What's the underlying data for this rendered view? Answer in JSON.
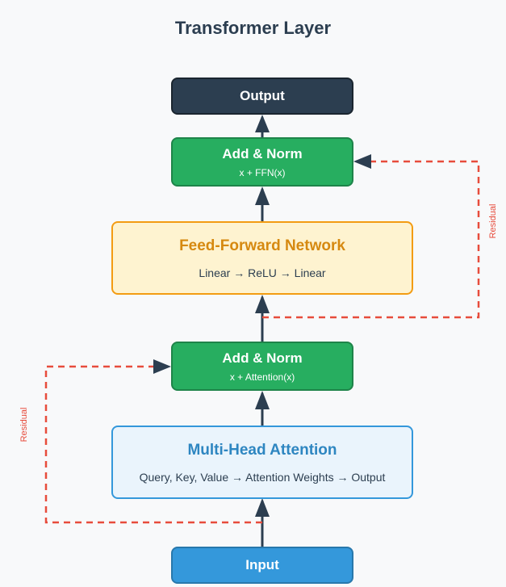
{
  "title": "Transformer Layer",
  "nodes": {
    "output": {
      "label": "Output"
    },
    "add_norm_top": {
      "label": "Add & Norm",
      "sub": "x + FFN(x)"
    },
    "ffn": {
      "label": "Feed-Forward Network",
      "sub": "Linear → ReLU → Linear"
    },
    "add_norm_bottom": {
      "label": "Add & Norm",
      "sub": "x + Attention(x)"
    },
    "mha": {
      "label": "Multi-Head Attention",
      "sub": "Query, Key, Value → Attention Weights → Output"
    },
    "input": {
      "label": "Input"
    }
  },
  "residuals": {
    "right_label": "Residual",
    "left_label": "Residual"
  },
  "colors": {
    "dark": "#2c3e50",
    "green": "#27ae60",
    "blue": "#3498db",
    "orange": "#f39c12",
    "residual": "#e74c3c"
  }
}
